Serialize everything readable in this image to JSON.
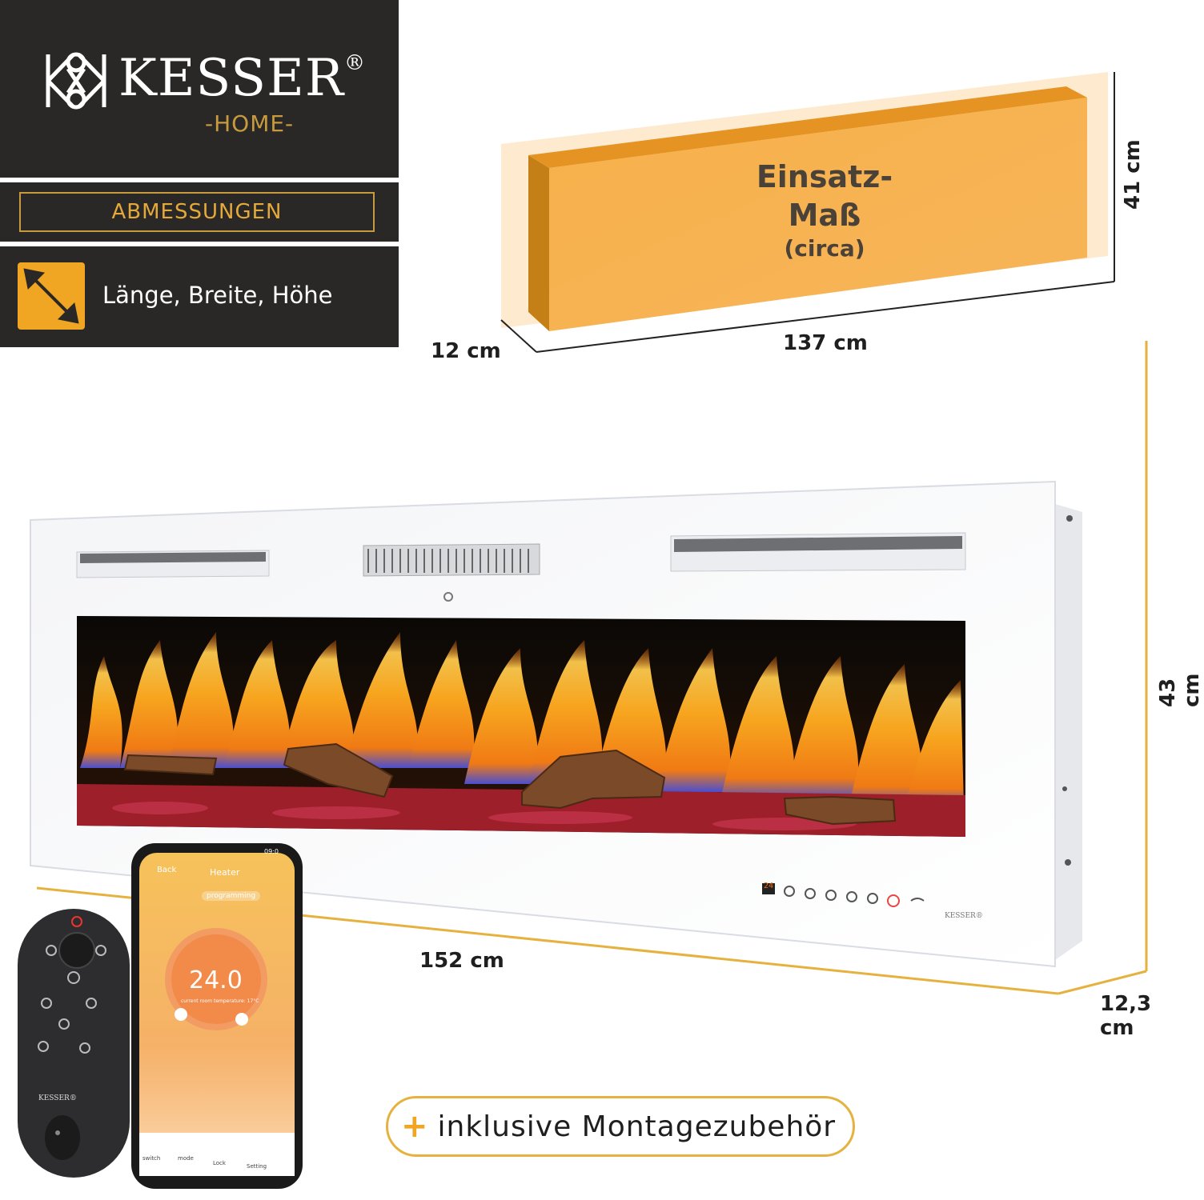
{
  "brand": {
    "name": "KESSER",
    "reg": "®",
    "sub": "-HOME-"
  },
  "section": {
    "title": "ABMESSUNGEN",
    "dims_label": "Länge, Breite, Höhe"
  },
  "insert": {
    "label_line1": "Einsatz-",
    "label_line2": "Maß",
    "label_line3": "(circa)",
    "height": "41 cm",
    "width": "137 cm",
    "depth": "12 cm"
  },
  "unit": {
    "width": "152 cm",
    "height": "43 cm",
    "depth": "12,3 cm"
  },
  "panel": {
    "display": "24",
    "logo_text": "KESSER®"
  },
  "phone": {
    "back": "Back",
    "title": "Heater",
    "mode": "programming",
    "temp": "24.0",
    "room_temp": "current room temperature: 17°C",
    "nav": [
      "switch",
      "mode",
      "Lock",
      "Setting"
    ],
    "status_time": "09:0"
  },
  "remote": {
    "brand": "KESSER®"
  },
  "accessory": {
    "plus": "+",
    "text": "inklusive Montagezubehör"
  },
  "colors": {
    "accent": "#f0a623",
    "dark_panel": "#2a2826",
    "gold": "#c79a3e"
  }
}
